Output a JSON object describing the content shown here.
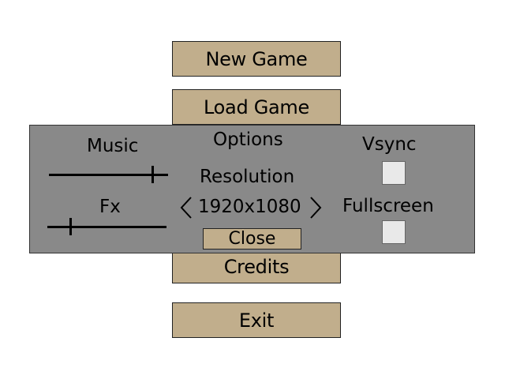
{
  "main_menu": {
    "new_game": "New Game",
    "load_game": "Load Game",
    "credits": "Credits",
    "exit": "Exit"
  },
  "options_panel": {
    "title": "Options",
    "music_label": "Music",
    "music_level": 0.87,
    "fx_label": "Fx",
    "fx_level": 0.19,
    "resolution_label": "Resolution",
    "resolution_value": "1920x1080",
    "vsync_label": "Vsync",
    "vsync_checked": false,
    "fullscreen_label": "Fullscreen",
    "fullscreen_checked": false,
    "close_label": "Close"
  },
  "colors": {
    "button_fill": "#c1ae8c",
    "panel_fill": "#898989",
    "checkbox_fill": "#e9e9e9"
  },
  "icons": [
    "chevron-left-icon",
    "chevron-right-icon"
  ]
}
